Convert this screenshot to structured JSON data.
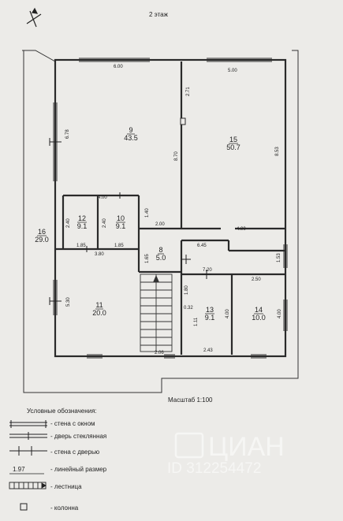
{
  "floor_title": "2 этаж",
  "scale_label": "Масштаб 1:100",
  "rooms": [
    {
      "num": "9",
      "area": "43.5"
    },
    {
      "num": "15",
      "area": "50.7"
    },
    {
      "num": "12",
      "area": "9.1"
    },
    {
      "num": "10",
      "area": "9.1"
    },
    {
      "num": "16",
      "area": "29.0"
    },
    {
      "num": "8",
      "area": "5.0"
    },
    {
      "num": "11",
      "area": "20.0"
    },
    {
      "num": "13",
      "area": "9.1"
    },
    {
      "num": "14",
      "area": "10.0"
    }
  ],
  "dims": [
    "6.00",
    "5.00",
    "6.78",
    "2.71",
    "8.70",
    "8.53",
    "4.00",
    "1.40",
    "2.00",
    "2.40",
    "2.40",
    "4.00",
    "1.85",
    "1.85",
    "3.80",
    "1.65",
    "6.45",
    "1.53",
    "7.20",
    "2.50",
    "5.30",
    "1.80",
    "0.32",
    "1.11",
    "4.00",
    "4.00",
    "2.06",
    "2.43"
  ],
  "legend": {
    "title": "Условные обозначения:",
    "items": [
      "- стена с окном",
      "- дверь стеклянная",
      "- стена с дверью",
      "- линейный размер",
      "- лестница",
      "- колонна"
    ],
    "dim_sample": "1.97"
  },
  "watermark": {
    "brand": "ЦИАН",
    "id": "ID 312254472"
  }
}
